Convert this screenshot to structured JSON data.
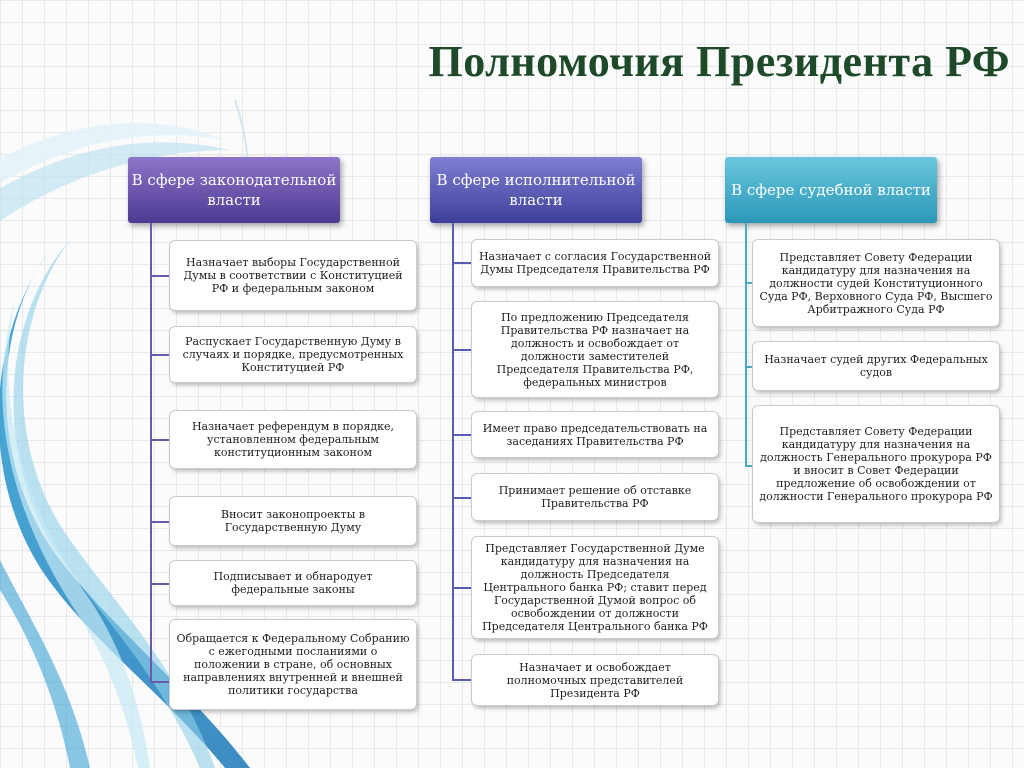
{
  "title": "Полномочия Президента РФ",
  "colors": {
    "legislative": "#5a46a0",
    "executive": "#4a4aa8",
    "judicial": "#3aa8c6",
    "title": "#1e4a2a"
  },
  "columns": [
    {
      "header": "В сфере законодательной власти",
      "items": [
        "Назначает выборы Государственной Думы в соответствии с Конституцией РФ и федеральным законом",
        "Распускает Государственную Думу в случаях и порядке, предусмотренных Конституцией РФ",
        "Назначает референдум в порядке, установленном федеральным конституционным законом",
        "Вносит законопроекты в Государственную Думу",
        "Подписывает и обнародует федеральные законы",
        "Обращается к Федеральному Собранию с ежегодными посланиями о положении в стране, об основных направлениях внутренней и внешней политики государства"
      ]
    },
    {
      "header": "В сфере исполнительной власти",
      "items": [
        "Назначает с согласия Государственной Думы Председателя Правительства РФ",
        "По предложению Председателя Правительства РФ назначает на должность и освобождает от должности заместителей Председателя Правительства РФ, федеральных министров",
        "Имеет право председательствовать на заседаниях Правительства РФ",
        "Принимает решение об отставке Правительства РФ",
        "Представляет Государственной Думе кандидатуру для назначения на должность Председателя Центрального банка РФ; ставит перед Государственной Думой вопрос об освобождении от должности Председателя Центрального банка РФ",
        "Назначает и освобождает полномочных представителей Президента РФ"
      ]
    },
    {
      "header": "В сфере судебной власти",
      "items": [
        "Представляет Совету Федерации кандидатуру для назначения на должности судей Конституционного Суда РФ, Верховного Суда РФ, Высшего Арбитражного Суда РФ",
        "Назначает судей других Федеральных судов",
        "Представляет Совету Федерации кандидатуру для назначения на должность Генерального прокурора РФ и вносит в Совет Федерации предложение об освобождении от должности Генерального прокурора РФ"
      ]
    }
  ]
}
